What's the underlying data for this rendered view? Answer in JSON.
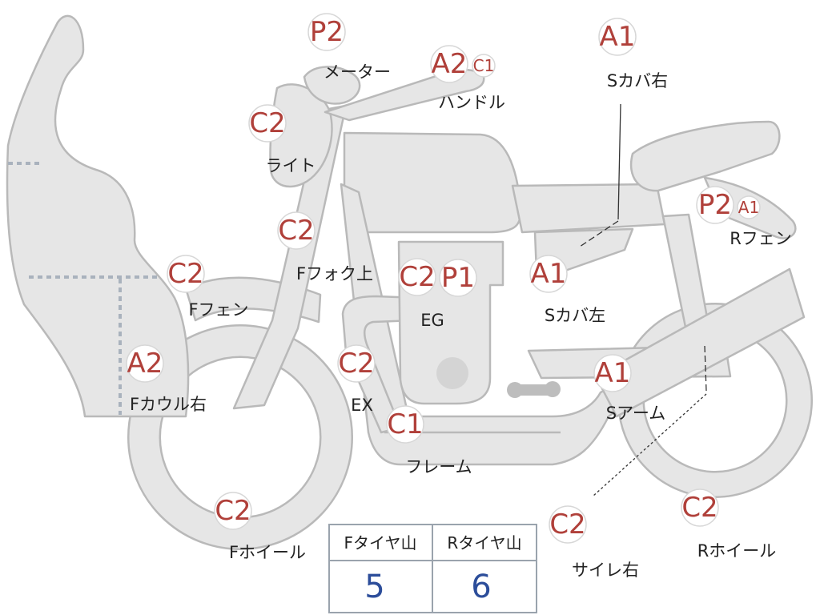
{
  "colors": {
    "body_fill": "#e6e6e6",
    "body_stroke": "#b9b9b9",
    "grade_text": "#b0403a",
    "label_text": "#222222",
    "table_value": "#2c4d9a"
  },
  "parts": [
    {
      "id": "meter",
      "label": "メーター",
      "badges": [
        "P2"
      ]
    },
    {
      "id": "handle",
      "label": "ハンドル",
      "badges": [
        "A2",
        "C1"
      ]
    },
    {
      "id": "side-cover-right",
      "label": "Sカバ右",
      "badges": [
        "A1"
      ]
    },
    {
      "id": "light",
      "label": "ライト",
      "badges": [
        "C2"
      ]
    },
    {
      "id": "front-fork-upper",
      "label": "Fフォク上",
      "badges": [
        "C2"
      ]
    },
    {
      "id": "rear-fender",
      "label": "Rフェン",
      "badges": [
        "P2",
        "A1"
      ]
    },
    {
      "id": "front-fender",
      "label": "Fフェン",
      "badges": [
        "C2"
      ]
    },
    {
      "id": "engine",
      "label": "EG",
      "badges": [
        "C2",
        "P1"
      ]
    },
    {
      "id": "side-cover-left",
      "label": "Sカバ左",
      "badges": [
        "A1"
      ]
    },
    {
      "id": "front-cowl-right",
      "label": "Fカウル右",
      "badges": [
        "A2"
      ]
    },
    {
      "id": "exhaust",
      "label": "EX",
      "badges": [
        "C2"
      ]
    },
    {
      "id": "swing-arm",
      "label": "Sアーム",
      "badges": [
        "A1"
      ]
    },
    {
      "id": "frame",
      "label": "フレーム",
      "badges": [
        "C1"
      ]
    },
    {
      "id": "front-wheel",
      "label": "Fホイール",
      "badges": [
        "C2"
      ]
    },
    {
      "id": "silencer-right",
      "label": "サイレ右",
      "badges": [
        "C2"
      ]
    },
    {
      "id": "rear-wheel",
      "label": "Rホイール",
      "badges": [
        "C2"
      ]
    }
  ],
  "tire_table": {
    "headers": [
      "Fタイヤ山",
      "Rタイヤ山"
    ],
    "values": [
      "5",
      "6"
    ]
  }
}
